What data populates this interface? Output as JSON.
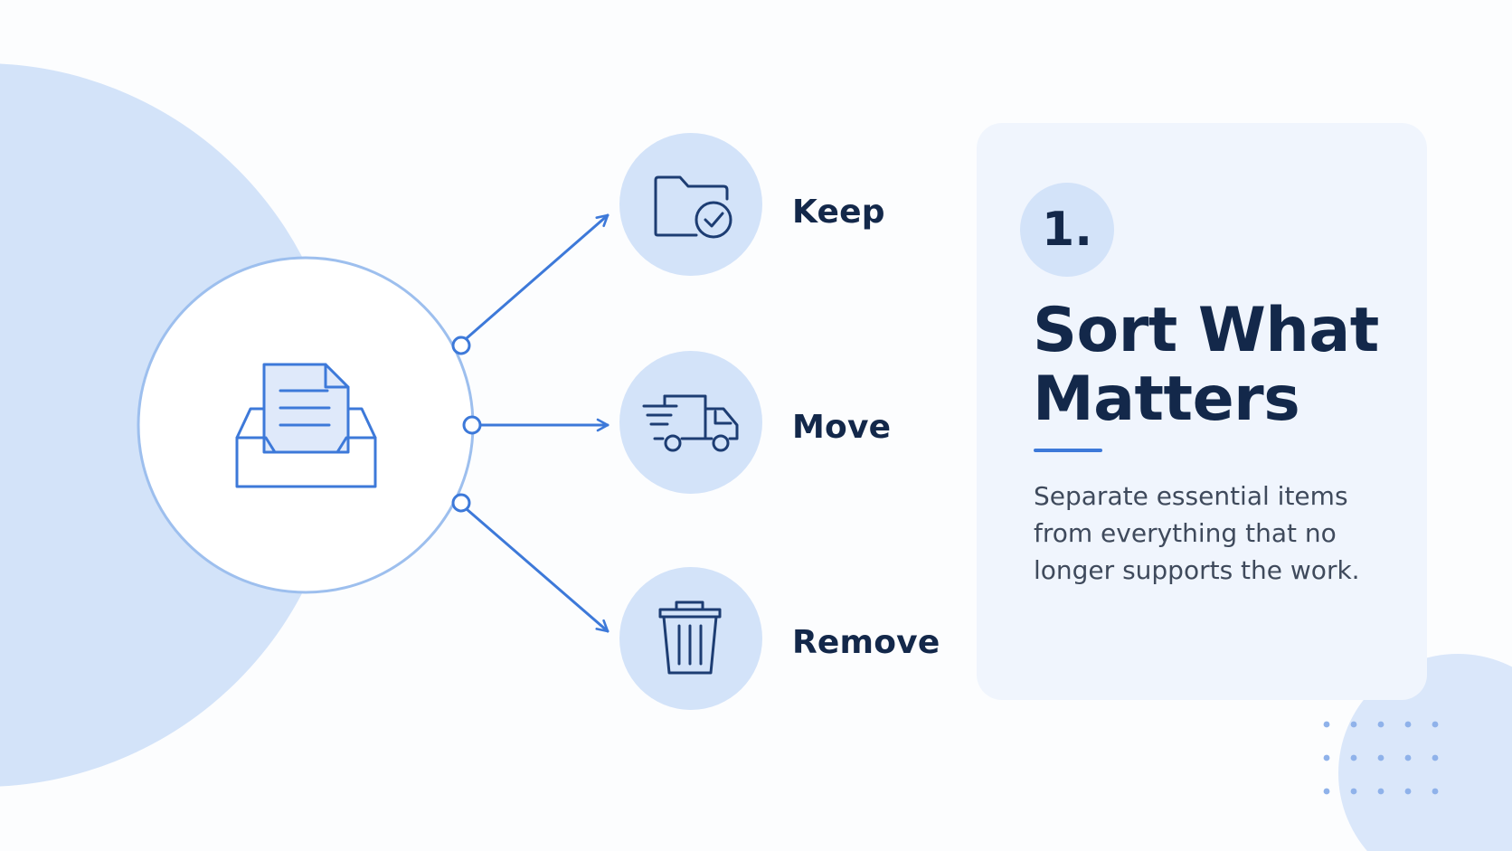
{
  "options": [
    {
      "label": "Keep",
      "icon": "folder-check-icon"
    },
    {
      "label": "Move",
      "icon": "delivery-truck-icon"
    },
    {
      "label": "Remove",
      "icon": "trash-can-icon"
    }
  ],
  "source_icon": "inbox-tray-document-icon",
  "step": {
    "number": "1.",
    "title_lines": [
      "Sort What",
      "Matters"
    ],
    "description_lines": [
      "Separate essential items",
      "from everything that no",
      "longer supports the work."
    ]
  },
  "colors": {
    "background": "#fcfdfe",
    "light_blue": "#d3e3f9",
    "card": "#f0f5fd",
    "accent": "#3d79d9",
    "navy": "#13284a",
    "icon_stroke": "#1d3d73",
    "body_text": "#3f4a5c"
  }
}
